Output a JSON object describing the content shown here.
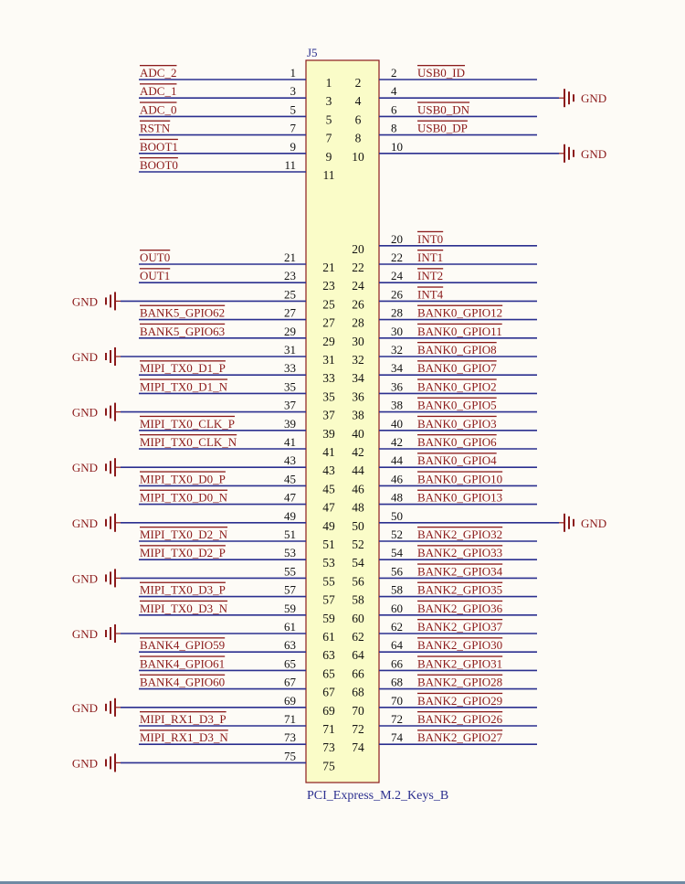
{
  "component": {
    "ref": "J5",
    "part": "PCI_Express_M.2_Keys_B"
  },
  "gnd_label": "GND",
  "colors": {
    "wire": "#2b2f8f",
    "label": "#8b1a1a",
    "pin_number": "#111111",
    "body_fill": "#fafcc8",
    "body_stroke": "#8b1a1a",
    "ground": "#8b1a1a",
    "ref_text": "#2b2f8f"
  },
  "left_pins": [
    {
      "pin": "1",
      "net": "ADC_2"
    },
    {
      "pin": "3",
      "net": "ADC_1"
    },
    {
      "pin": "5",
      "net": "ADC_0"
    },
    {
      "pin": "7",
      "net": "RSTN"
    },
    {
      "pin": "9",
      "net": "BOOT1"
    },
    {
      "pin": "11",
      "net": "BOOT0"
    },
    {
      "pin": "21",
      "net": "OUT0"
    },
    {
      "pin": "23",
      "net": "OUT1"
    },
    {
      "pin": "25",
      "net": "",
      "gnd": true
    },
    {
      "pin": "27",
      "net": "BANK5_GPIO62"
    },
    {
      "pin": "29",
      "net": "BANK5_GPIO63"
    },
    {
      "pin": "31",
      "net": "",
      "gnd": true
    },
    {
      "pin": "33",
      "net": "MIPI_TX0_D1_P"
    },
    {
      "pin": "35",
      "net": "MIPI_TX0_D1_N"
    },
    {
      "pin": "37",
      "net": "",
      "gnd": true
    },
    {
      "pin": "39",
      "net": "MIPI_TX0_CLK_P"
    },
    {
      "pin": "41",
      "net": "MIPI_TX0_CLK_N"
    },
    {
      "pin": "43",
      "net": "",
      "gnd": true
    },
    {
      "pin": "45",
      "net": "MIPI_TX0_D0_P"
    },
    {
      "pin": "47",
      "net": "MIPI_TX0_D0_N"
    },
    {
      "pin": "49",
      "net": "",
      "gnd": true
    },
    {
      "pin": "51",
      "net": "MIPI_TX0_D2_N"
    },
    {
      "pin": "53",
      "net": "MIPI_TX0_D2_P"
    },
    {
      "pin": "55",
      "net": "",
      "gnd": true
    },
    {
      "pin": "57",
      "net": "MIPI_TX0_D3_P"
    },
    {
      "pin": "59",
      "net": "MIPI_TX0_D3_N"
    },
    {
      "pin": "61",
      "net": "",
      "gnd": true
    },
    {
      "pin": "63",
      "net": "BANK4_GPIO59"
    },
    {
      "pin": "65",
      "net": "BANK4_GPIO61"
    },
    {
      "pin": "67",
      "net": "BANK4_GPIO60"
    },
    {
      "pin": "69",
      "net": "",
      "gnd": true
    },
    {
      "pin": "71",
      "net": "MIPI_RX1_D3_P"
    },
    {
      "pin": "73",
      "net": "MIPI_RX1_D3_N"
    },
    {
      "pin": "75",
      "net": "",
      "gnd": true
    }
  ],
  "right_pins": [
    {
      "pin": "2",
      "net": "USB0_ID"
    },
    {
      "pin": "4",
      "net": "",
      "gnd": true
    },
    {
      "pin": "6",
      "net": "USB0_DN"
    },
    {
      "pin": "8",
      "net": "USB0_DP"
    },
    {
      "pin": "10",
      "net": "",
      "gnd": true
    },
    {
      "pin": "20",
      "net": "INT0"
    },
    {
      "pin": "22",
      "net": "INT1"
    },
    {
      "pin": "24",
      "net": "INT2"
    },
    {
      "pin": "26",
      "net": "INT4"
    },
    {
      "pin": "28",
      "net": "BANK0_GPIO12"
    },
    {
      "pin": "30",
      "net": "BANK0_GPIO11"
    },
    {
      "pin": "32",
      "net": "BANK0_GPIO8"
    },
    {
      "pin": "34",
      "net": "BANK0_GPIO7"
    },
    {
      "pin": "36",
      "net": "BANK0_GPIO2"
    },
    {
      "pin": "38",
      "net": "BANK0_GPIO5"
    },
    {
      "pin": "40",
      "net": "BANK0_GPIO3"
    },
    {
      "pin": "42",
      "net": "BANK0_GPIO6"
    },
    {
      "pin": "44",
      "net": "BANK0_GPIO4"
    },
    {
      "pin": "46",
      "net": "BANK0_GPIO10"
    },
    {
      "pin": "48",
      "net": "BANK0_GPIO13"
    },
    {
      "pin": "50",
      "net": "",
      "gnd": true
    },
    {
      "pin": "52",
      "net": "BANK2_GPIO32"
    },
    {
      "pin": "54",
      "net": "BANK2_GPIO33"
    },
    {
      "pin": "56",
      "net": "BANK2_GPIO34"
    },
    {
      "pin": "58",
      "net": "BANK2_GPIO35"
    },
    {
      "pin": "60",
      "net": "BANK2_GPIO36"
    },
    {
      "pin": "62",
      "net": "BANK2_GPIO37"
    },
    {
      "pin": "64",
      "net": "BANK2_GPIO30"
    },
    {
      "pin": "66",
      "net": "BANK2_GPIO31"
    },
    {
      "pin": "68",
      "net": "BANK2_GPIO28"
    },
    {
      "pin": "70",
      "net": "BANK2_GPIO29"
    },
    {
      "pin": "72",
      "net": "BANK2_GPIO26"
    },
    {
      "pin": "74",
      "net": "BANK2_GPIO27"
    }
  ]
}
